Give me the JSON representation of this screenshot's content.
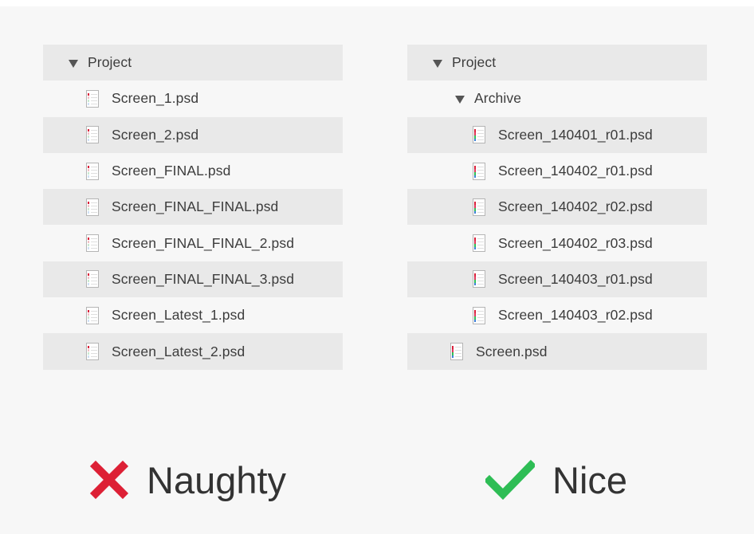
{
  "colors": {
    "background": "#f7f7f7",
    "row_shade": "#e9e9e9",
    "naughty_icon": "#dd2035",
    "nice_icon": "#2ebd55"
  },
  "naughty": {
    "label": "Naughty",
    "icon": "cross-icon",
    "tree": {
      "root": "Project",
      "files": [
        "Screen_1.psd",
        "Screen_2.psd",
        "Screen_FINAL.psd",
        "Screen_FINAL_FINAL.psd",
        "Screen_FINAL_FINAL_2.psd",
        "Screen_FINAL_FINAL_3.psd",
        "Screen_Latest_1.psd",
        "Screen_Latest_2.psd"
      ]
    }
  },
  "nice": {
    "label": "Nice",
    "icon": "checkmark-icon",
    "tree": {
      "root": "Project",
      "folder": "Archive",
      "archive_files": [
        "Screen_140401_r01.psd",
        "Screen_140402_r01.psd",
        "Screen_140402_r02.psd",
        "Screen_140402_r03.psd",
        "Screen_140403_r01.psd",
        "Screen_140403_r02.psd"
      ],
      "files": [
        "Screen.psd"
      ]
    }
  }
}
